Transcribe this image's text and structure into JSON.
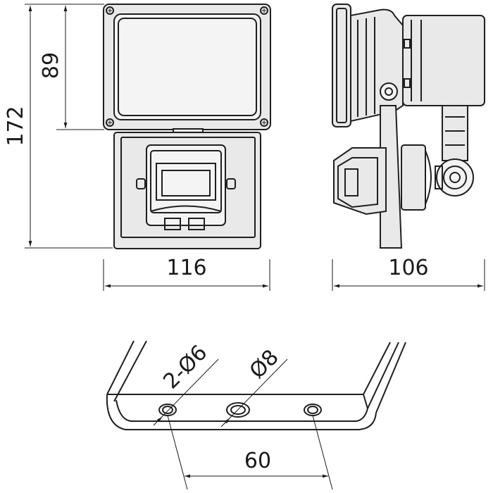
{
  "dimensions": {
    "overall_height": "172",
    "lamp_height": "89",
    "front_width": "116",
    "side_width": "106",
    "hole_label_small": "2-Ø6",
    "hole_label_large": "Ø8",
    "hole_spacing": "60"
  }
}
